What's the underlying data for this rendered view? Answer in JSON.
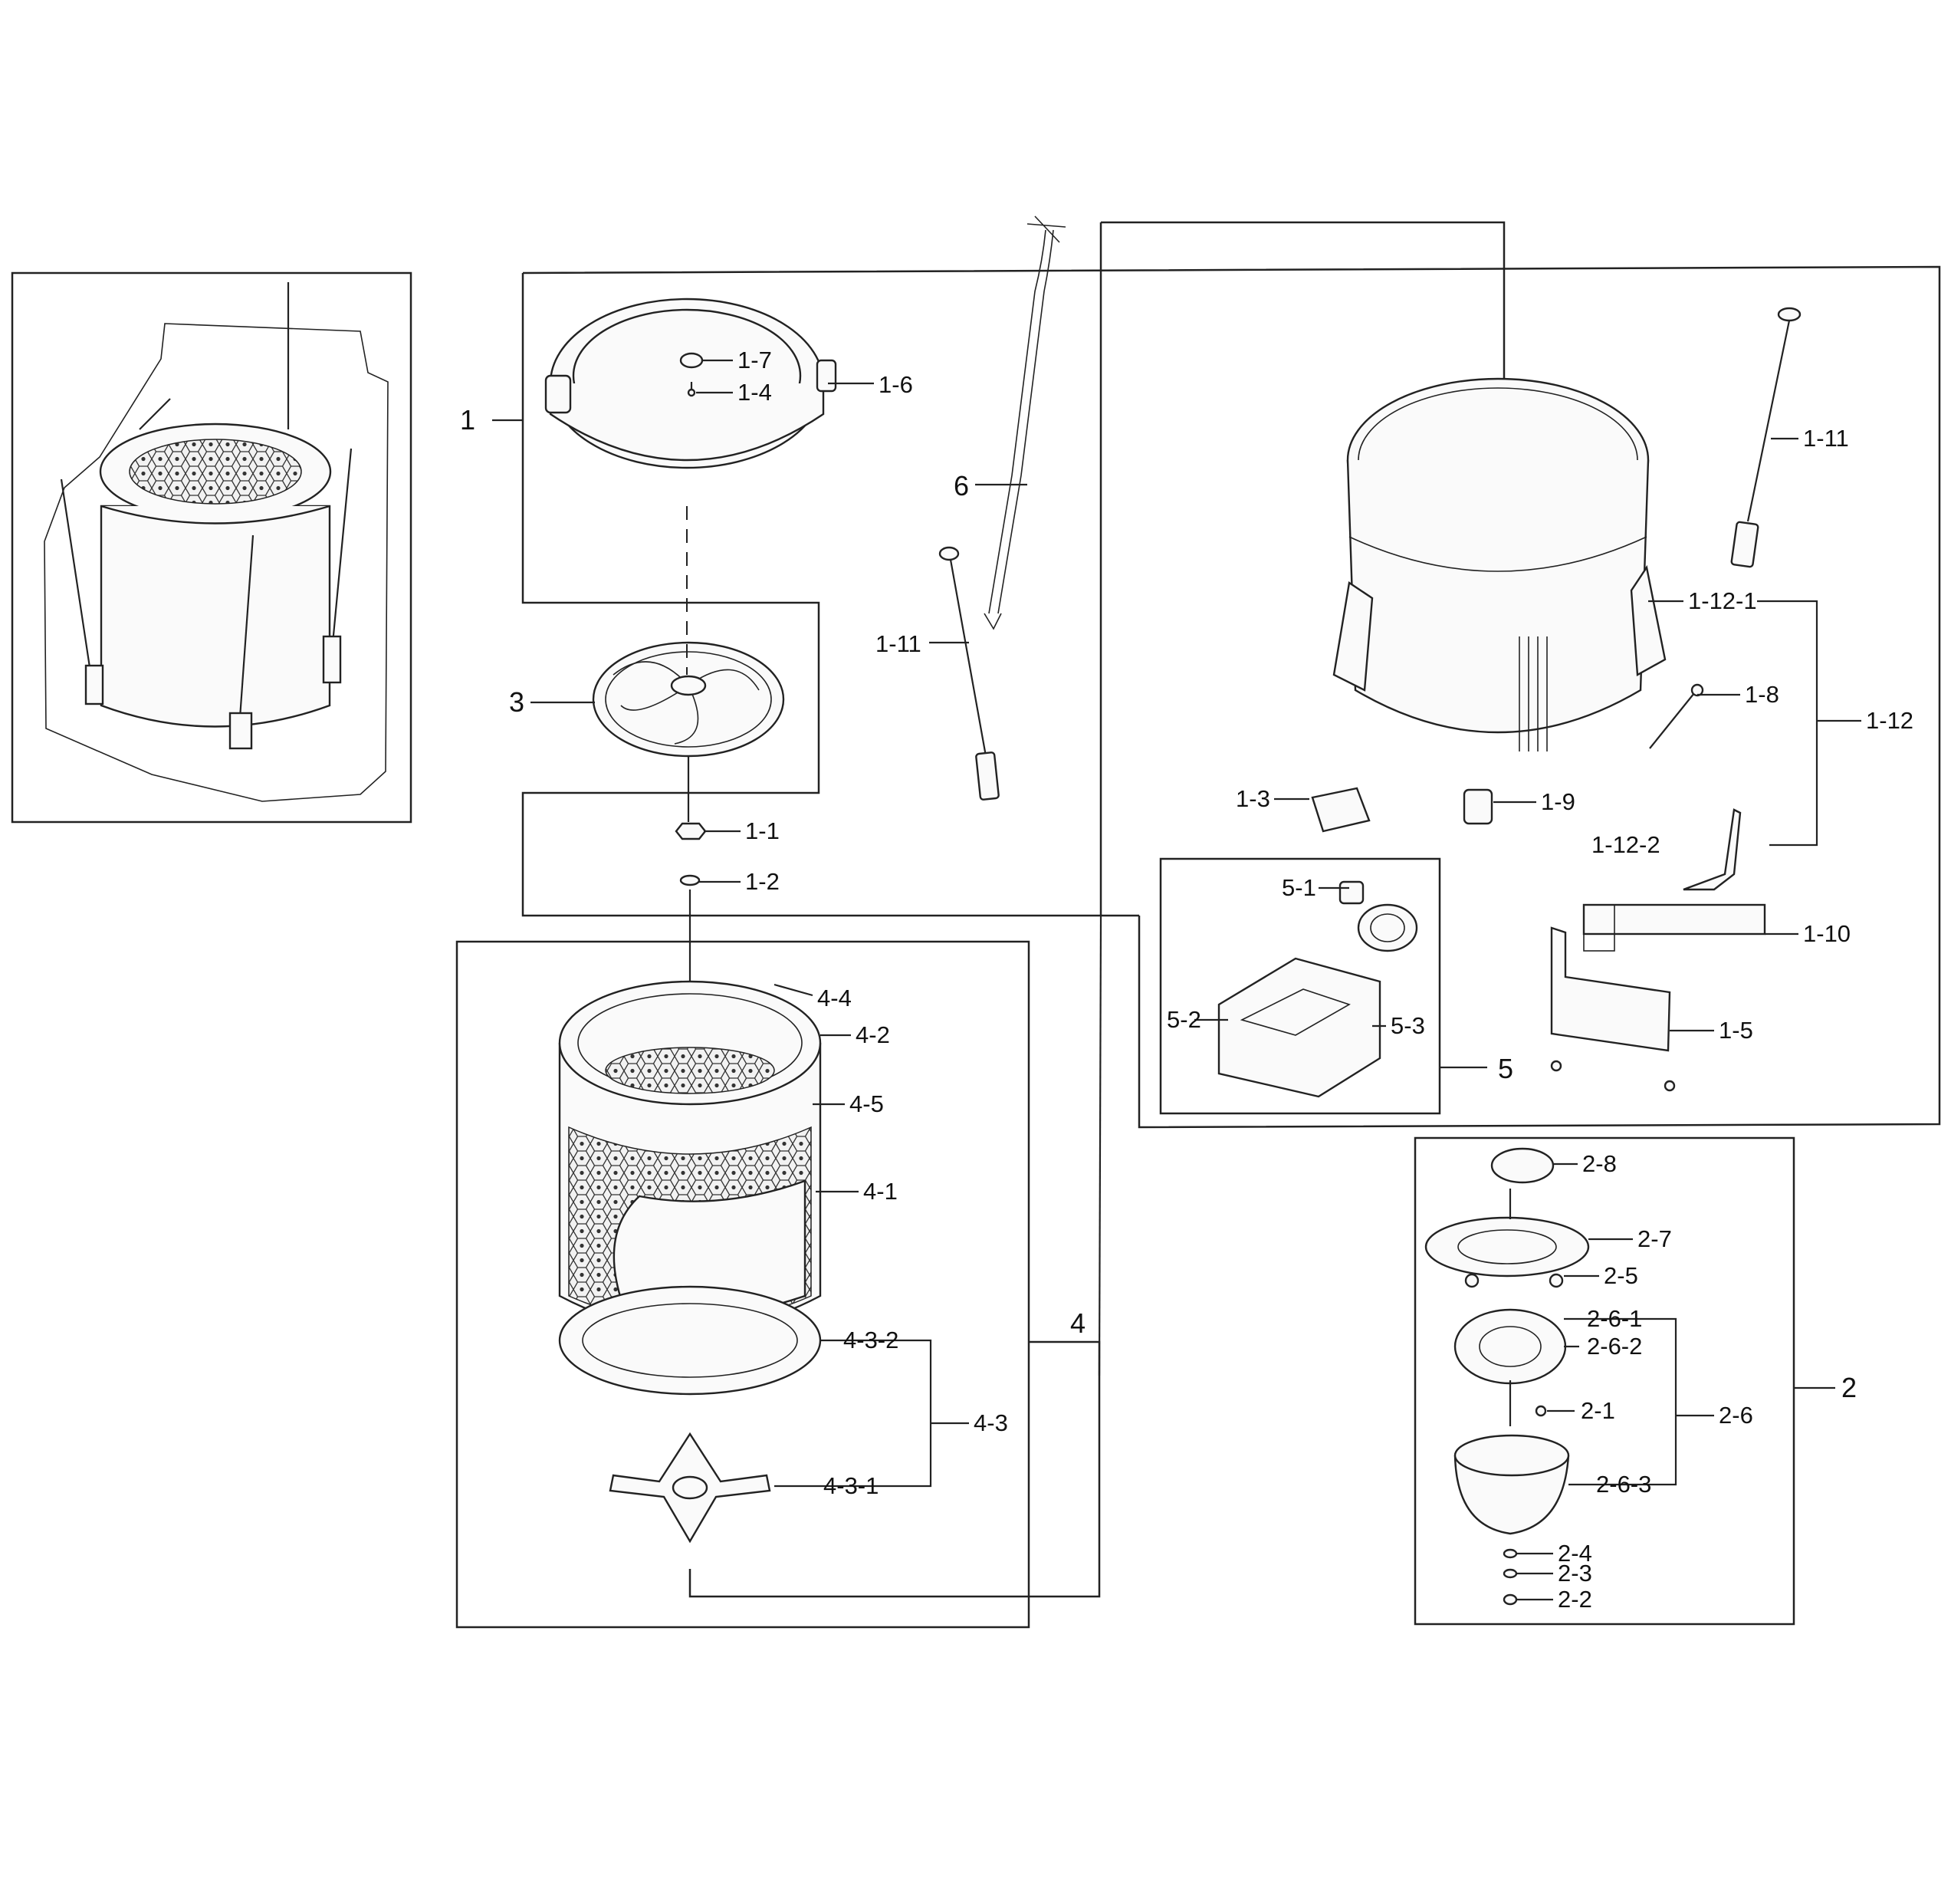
{
  "colors": {
    "ink": "#111111",
    "paper": "#ffffff"
  },
  "callouts": {
    "c1": "1",
    "c1_1": "1-1",
    "c1_2": "1-2",
    "c1_3": "1-3",
    "c1_4": "1-4",
    "c1_5": "1-5",
    "c1_6": "1-6",
    "c1_7": "1-7",
    "c1_8": "1-8",
    "c1_9": "1-9",
    "c1_10": "1-10",
    "c1_11a": "1-11",
    "c1_11b": "1-11",
    "c1_12": "1-12",
    "c1_12_1": "1-12-1",
    "c1_12_2": "1-12-2",
    "c2": "2",
    "c2_1": "2-1",
    "c2_2": "2-2",
    "c2_3": "2-3",
    "c2_4": "2-4",
    "c2_5": "2-5",
    "c2_6": "2-6",
    "c2_6_1": "2-6-1",
    "c2_6_2": "2-6-2",
    "c2_6_3": "2-6-3",
    "c2_7": "2-7",
    "c2_8": "2-8",
    "c3": "3",
    "c4": "4",
    "c4_1": "4-1",
    "c4_2": "4-2",
    "c4_3": "4-3",
    "c4_3_1": "4-3-1",
    "c4_3_2": "4-3-2",
    "c4_4": "4-4",
    "c4_5": "4-5",
    "c5": "5",
    "c5_1": "5-1",
    "c5_2": "5-2",
    "c5_3": "5-3",
    "c6": "6"
  }
}
